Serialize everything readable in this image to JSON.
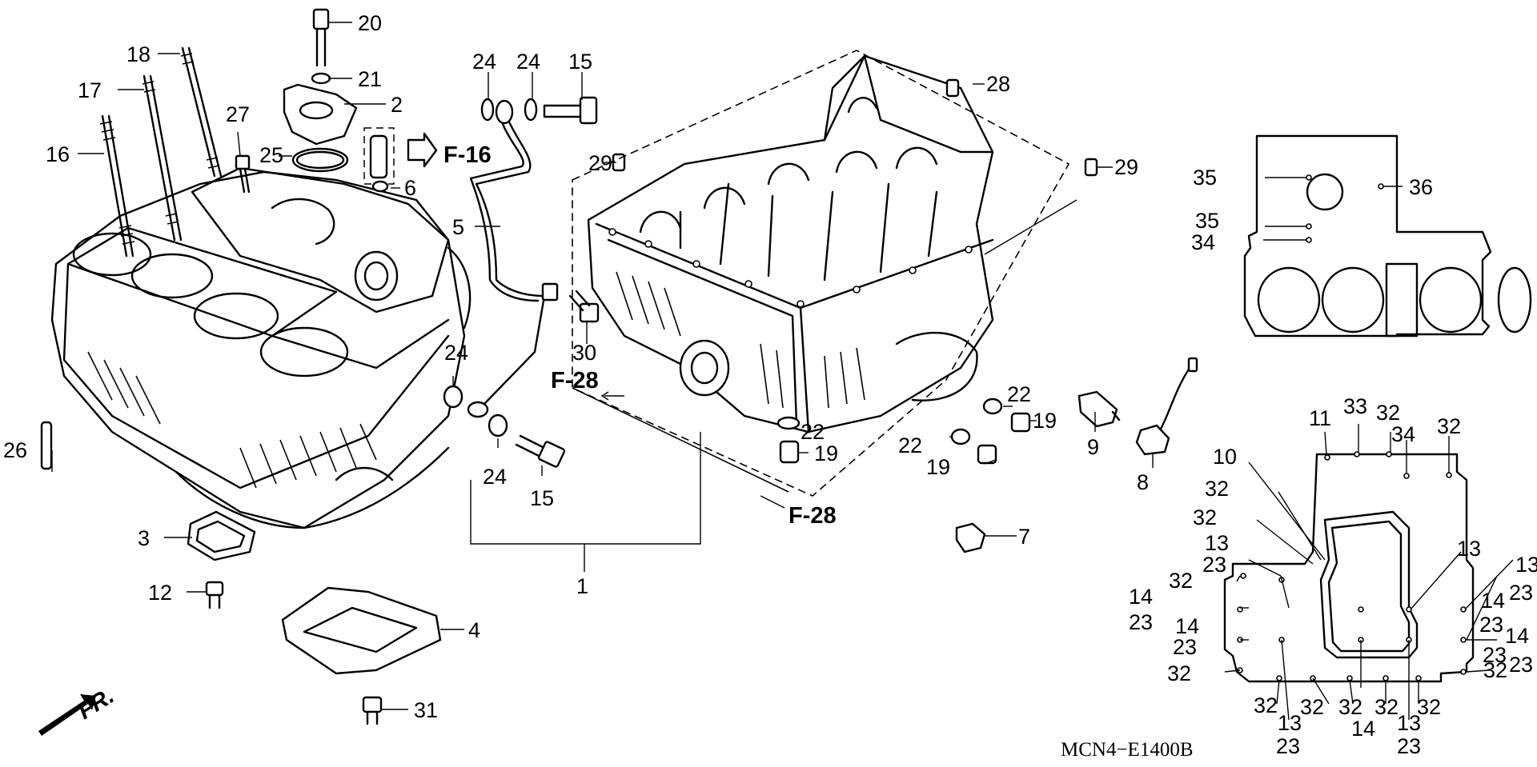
{
  "diagram": {
    "code": "MCN4−E1400B",
    "direction": "FR.",
    "refs": {
      "f16": "F-16",
      "f28_a": "F-28",
      "f28_b": "F-28"
    },
    "callouts": {
      "c20": "20",
      "c21": "21",
      "c2": "2",
      "c18": "18",
      "c17": "17",
      "c27": "27",
      "c25": "25",
      "c6": "6",
      "c16": "16",
      "c24a": "24",
      "c24b": "24",
      "c15a": "15",
      "c5": "5",
      "c29a": "29",
      "c28": "28",
      "c29b": "29",
      "c24c": "24",
      "c30": "30",
      "c24d": "24",
      "c15b": "15",
      "c26": "26",
      "c3": "3",
      "c12": "12",
      "c4": "4",
      "c31": "31",
      "c1": "1",
      "c22a": "22",
      "c19a": "19",
      "c22b": "22",
      "c19b": "19",
      "c22c": "22",
      "c19c": "19",
      "c7": "7",
      "c9": "9",
      "c8": "8",
      "c35a": "35",
      "c36": "36",
      "c35b": "35",
      "c34a": "34",
      "c11": "11",
      "c33": "33",
      "c32a": "32",
      "c34b": "34",
      "c32b": "32",
      "c10": "10",
      "c32c": "32",
      "c32d": "32",
      "c13a": "13",
      "c23a": "23",
      "c32e": "32",
      "c14a": "14",
      "c23b": "23",
      "c14b": "14",
      "c23c": "23",
      "c32f": "32",
      "c13b": "13",
      "c13c": "13",
      "c23d": "23",
      "c14c": "14",
      "c23e": "23",
      "c14d": "14",
      "c23f": "23",
      "c32g": "32",
      "c23g": "23",
      "c32h": "32",
      "c32i": "32",
      "c32j": "32",
      "c32k": "32",
      "c32l": "32",
      "c13d": "13",
      "c23h": "23",
      "c14e": "14",
      "c13e": "13",
      "c23i": "23"
    }
  }
}
